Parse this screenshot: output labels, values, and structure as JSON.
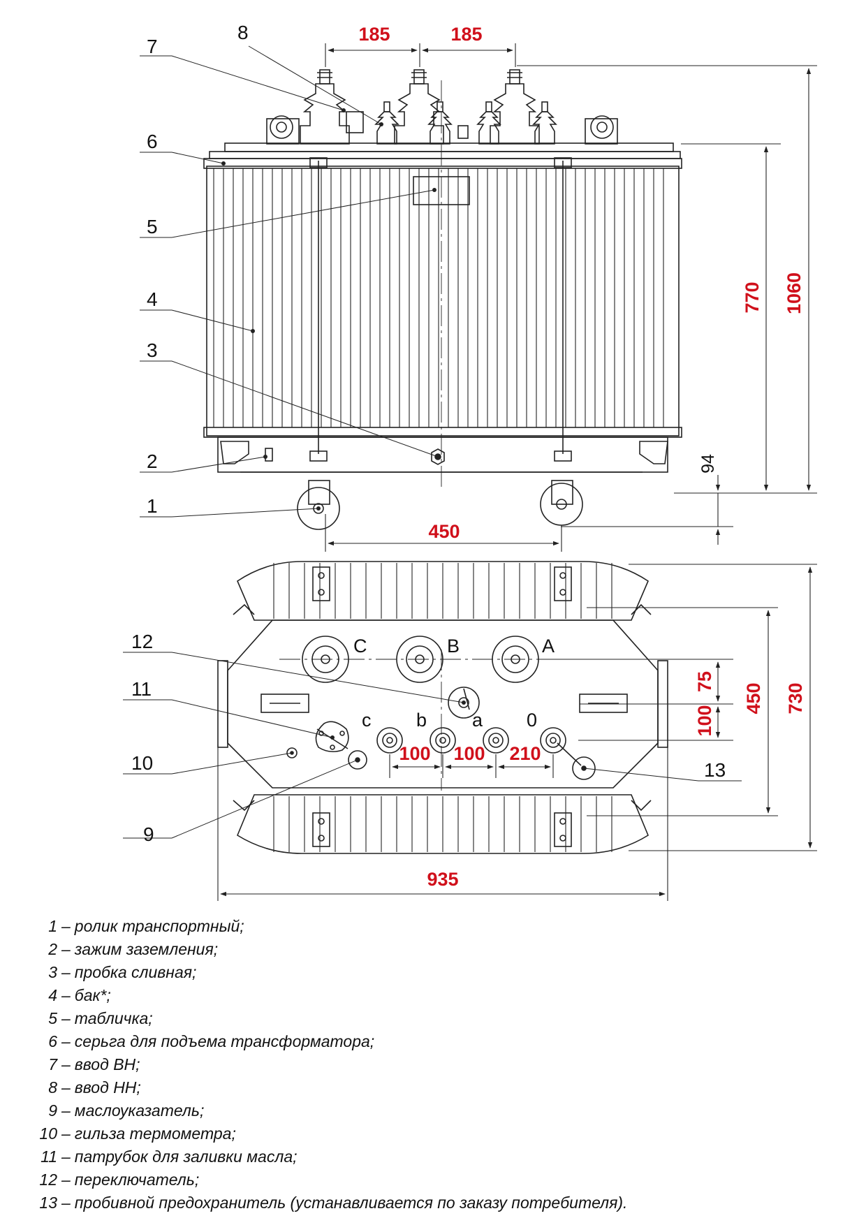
{
  "drawing": {
    "front_view": {
      "dimensions": {
        "d_185_left": "185",
        "d_185_right": "185",
        "d_770": "770",
        "d_1060": "1060",
        "d_94": "94",
        "d_450": "450"
      }
    },
    "top_view": {
      "phase_labels": {
        "hv_c": "C",
        "hv_b": "B",
        "hv_a": "A",
        "lv_c": "c",
        "lv_b": "b",
        "lv_a": "a",
        "lv_0": "0"
      },
      "dimensions": {
        "d_75": "75",
        "d_100_v": "100",
        "d_450": "450",
        "d_730": "730",
        "d_100_a": "100",
        "d_100_b": "100",
        "d_210": "210",
        "d_935": "935"
      }
    },
    "callouts": [
      "1",
      "2",
      "3",
      "4",
      "5",
      "6",
      "7",
      "8",
      "9",
      "10",
      "11",
      "12",
      "13"
    ]
  },
  "legend": [
    {
      "num": "1",
      "sep": "–",
      "text": "ролик транспортный;"
    },
    {
      "num": "2",
      "sep": "–",
      "text": "зажим заземления;"
    },
    {
      "num": "3",
      "sep": "–",
      "text": "пробка сливная;"
    },
    {
      "num": "4",
      "sep": "–",
      "text": "бак*;"
    },
    {
      "num": "5",
      "sep": "–",
      "text": "табличка;"
    },
    {
      "num": "6",
      "sep": "–",
      "text": "серьга для подъема трансформатора;"
    },
    {
      "num": "7",
      "sep": "–",
      "text": "ввод ВН;"
    },
    {
      "num": "8",
      "sep": "–",
      "text": "ввод НН;"
    },
    {
      "num": "9",
      "sep": "–",
      "text": "маслоуказатель;"
    },
    {
      "num": "10",
      "sep": "–",
      "text": "гильза термометра;"
    },
    {
      "num": "11",
      "sep": "–",
      "text": "патрубок для заливки масла;"
    },
    {
      "num": "12",
      "sep": "–",
      "text": "переключатель;"
    },
    {
      "num": "13",
      "sep": "–",
      "text": "пробивной предохранитель (устанавливается по заказу потребителя)."
    }
  ],
  "colors": {
    "line": "#222222",
    "dimension_text": "#d0101b"
  }
}
